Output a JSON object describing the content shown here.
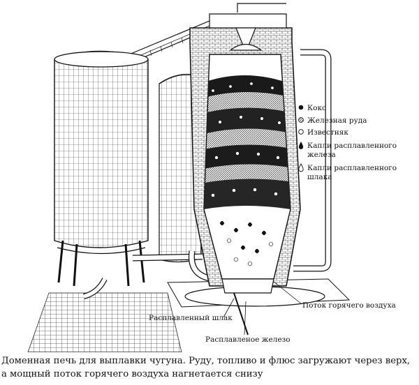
{
  "legend": {
    "items": [
      {
        "id": "coke",
        "lines": [
          "Кокс"
        ],
        "icon": "solid-dot-icon"
      },
      {
        "id": "ore",
        "lines": [
          "Железная руда"
        ],
        "icon": "hatched-dot-icon"
      },
      {
        "id": "limestone",
        "lines": [
          "Известняк"
        ],
        "icon": "hollow-dot-icon"
      },
      {
        "id": "iron-drops",
        "lines": [
          "Капли расплавленного",
          "железа"
        ],
        "icon": "solid-drop-icon"
      },
      {
        "id": "slag-drops",
        "lines": [
          "Капли расплавленного",
          "шлака"
        ],
        "icon": "hollow-drop-icon"
      }
    ]
  },
  "labels": {
    "hot_air": "Поток горячего воздуха",
    "slag": "Расплавленный шлак",
    "iron": "Расплавленое железо"
  },
  "caption": {
    "line1": "Доменная печь для выплавки чугуна. Руду, топливо и флюс загружают через верх,",
    "line2": "а мощный поток горячего воздуха нагнетается снизу"
  }
}
